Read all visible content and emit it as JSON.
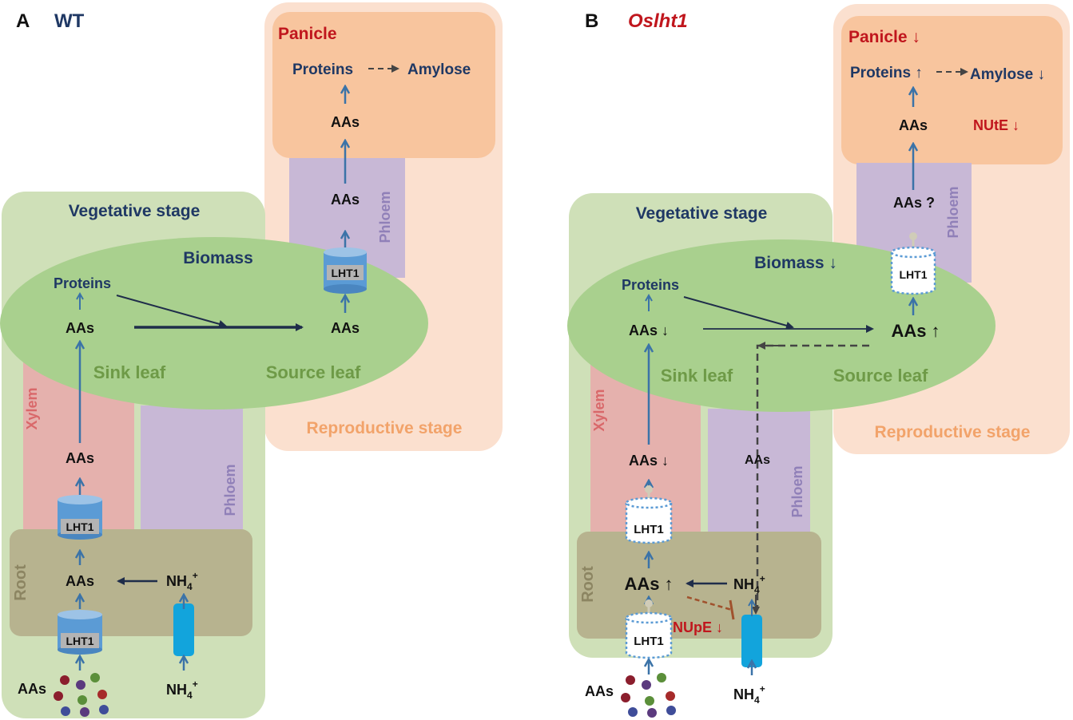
{
  "colors": {
    "navy": "#1f3864",
    "red": "#c0161d",
    "green_text": "#6e9a47",
    "orange_text": "#f2a36a",
    "xylem_text": "#d9686a",
    "phloem_text": "#9080b8",
    "root_text": "#8c8562",
    "veg_bg": "#cfe0b8",
    "leaf": "#a9d08e",
    "repro_bg": "#fbe0cf",
    "panicle": "#f8c59e",
    "xylem": "#e5b1ad",
    "phloem": "#c8b8d6",
    "root": "#b7b38f",
    "arrow_blue": "#3b73a8",
    "transporter_blue": "#5b9bd5",
    "nh4_transporter": "#12a4dc",
    "inhibit": "#a0522d",
    "dots": [
      "#8b1e2d",
      "#5b3a7e",
      "#5b8f3a",
      "#a62a2a",
      "#3f4d99"
    ]
  },
  "panel_a": {
    "letter": "A",
    "genotype": "WT",
    "vegetative_stage": "Vegetative stage",
    "reproductive_stage": "Reproductive stage",
    "panicle": "Panicle",
    "biomass": "Biomass",
    "proteins_leaf": "Proteins",
    "aas_sink": "AAs",
    "aas_source": "AAs",
    "sink_leaf": "Sink leaf",
    "source_leaf": "Source leaf",
    "xylem": "Xylem",
    "phloem_lower": "Phloem",
    "phloem_upper": "Phloem",
    "root": "Root",
    "aas_xylem": "AAs",
    "aas_root": "AAs",
    "nh4_root": "NH",
    "nh4_root_sub": "4",
    "nh4_root_sup": "+",
    "aas_soil": "AAs",
    "nh4_soil": "NH",
    "nh4_soil_sub": "4",
    "nh4_soil_sup": "+",
    "aas_panicle": "AAs",
    "aas_phloem": "AAs",
    "proteins_panicle": "Proteins",
    "amylose": "Amylose",
    "lht1_xylem": "LHT1",
    "lht1_root": "LHT1",
    "lht1_phloem": "LHT1"
  },
  "panel_b": {
    "letter": "B",
    "genotype": "Oslht1",
    "vegetative_stage": "Vegetative stage",
    "reproductive_stage": "Reproductive stage",
    "panicle": "Panicle ↓",
    "biomass": "Biomass ↓",
    "proteins_leaf": "Proteins",
    "aas_sink": "AAs ↓",
    "aas_source": "AAs ↑",
    "sink_leaf": "Sink leaf",
    "source_leaf": "Source leaf",
    "xylem": "Xylem",
    "phloem_lower": "Phloem",
    "phloem_upper": "Phloem",
    "root": "Root",
    "aas_xylem": "AAs ↓",
    "aas_phloem_lower": "AAs",
    "aas_root": "AAs ↑",
    "nh4_root": "NH",
    "nh4_root_sub": "4",
    "nh4_root_sup": "+",
    "nupe": "NUpE ↓",
    "aas_soil": "AAs",
    "nh4_soil": "NH",
    "nh4_soil_sub": "4",
    "nh4_soil_sup": "+",
    "aas_panicle": "AAs",
    "nute": "NUtE ↓",
    "aas_phloem": "AAs ?",
    "proteins_panicle": "Proteins ↑",
    "amylose": "Amylose ↓",
    "lht1_xylem": "LHT1",
    "lht1_root": "LHT1",
    "lht1_phloem": "LHT1"
  }
}
